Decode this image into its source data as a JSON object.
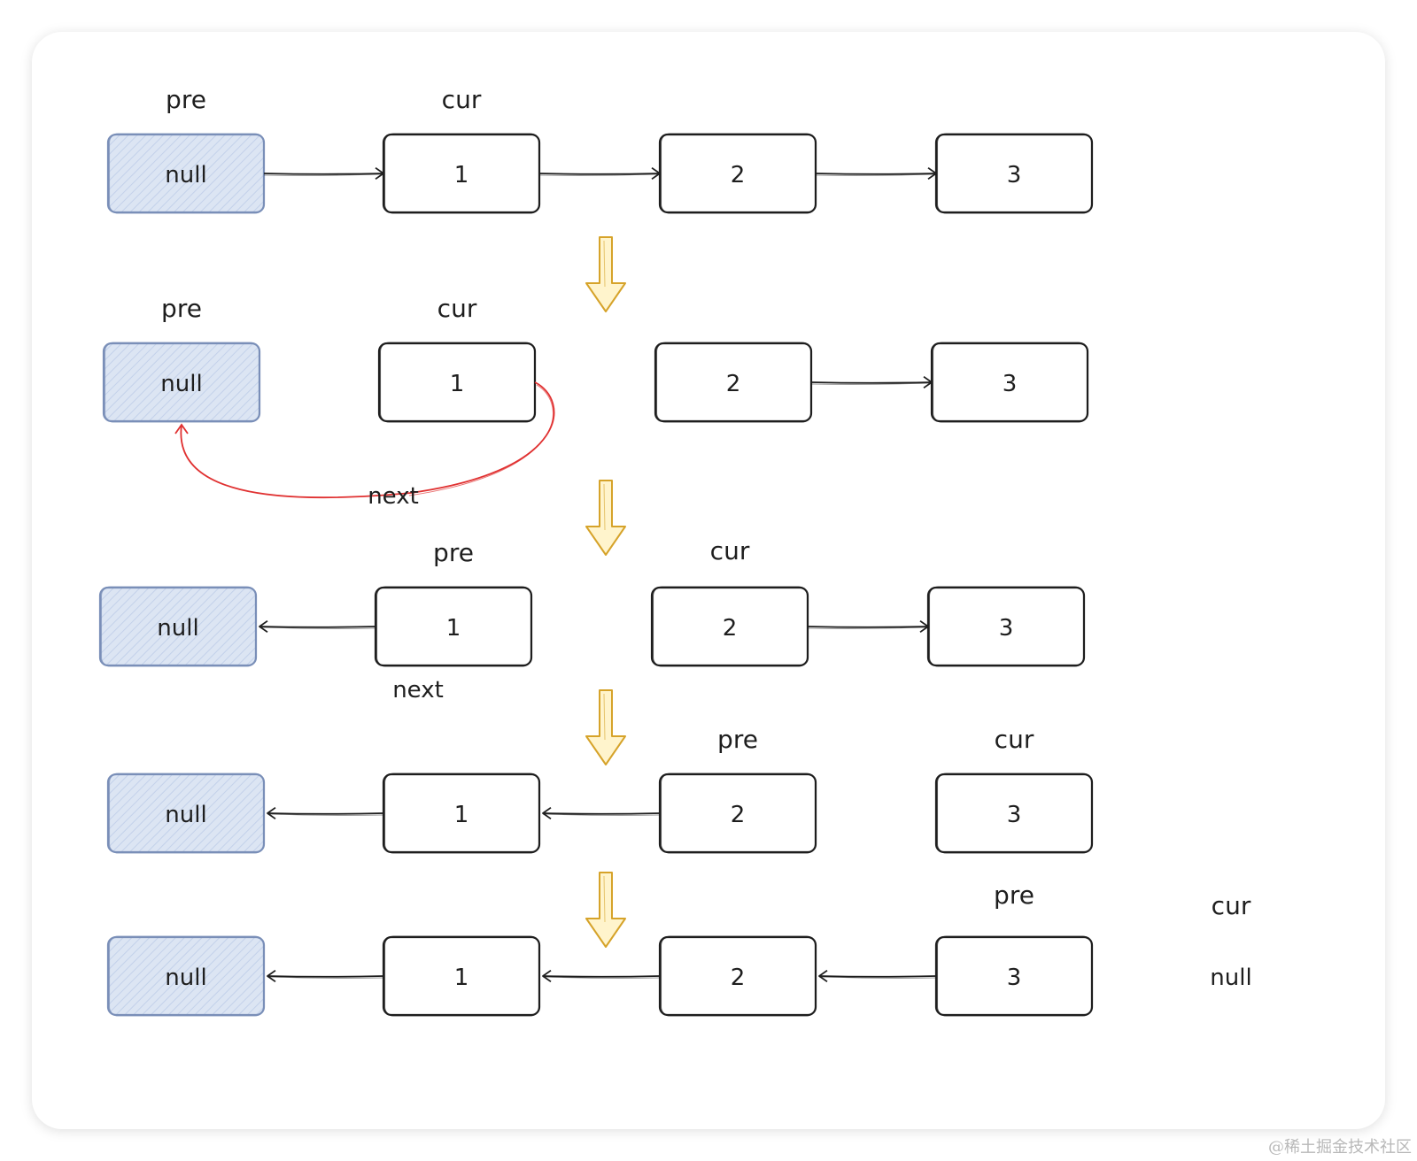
{
  "watermark": "@稀土掘金技术社区",
  "colors": {
    "ink": "#1e1e1e",
    "null_fill": "#dce5f3",
    "null_stroke": "#7a8fb8",
    "red_arrow": "#e03131",
    "step_arrow_stroke": "#d6a32a",
    "step_arrow_fill": "#fff4cc"
  },
  "rows": [
    {
      "nodes": [
        {
          "label": "null",
          "is_null": true
        },
        {
          "label": "1"
        },
        {
          "label": "2"
        },
        {
          "label": "3"
        }
      ],
      "pointers": [
        {
          "label": "pre",
          "at": 0
        },
        {
          "label": "cur",
          "at": 1
        }
      ],
      "links": [
        {
          "from": 0,
          "to": 1
        },
        {
          "from": 1,
          "to": 2
        },
        {
          "from": 2,
          "to": 3
        }
      ]
    },
    {
      "nodes": [
        {
          "label": "null",
          "is_null": true
        },
        {
          "label": "1"
        },
        {
          "label": "2"
        },
        {
          "label": "3"
        }
      ],
      "pointers": [
        {
          "label": "pre",
          "at": 0
        },
        {
          "label": "cur",
          "at": 1
        }
      ],
      "links": [
        {
          "from": 2,
          "to": 3
        }
      ],
      "curved_link": {
        "from": 1,
        "to": 0,
        "label": "next"
      }
    },
    {
      "nodes": [
        {
          "label": "null",
          "is_null": true
        },
        {
          "label": "1"
        },
        {
          "label": "2"
        },
        {
          "label": "3"
        }
      ],
      "pointers": [
        {
          "label": "pre",
          "at": 1
        },
        {
          "label": "cur",
          "at": 2
        }
      ],
      "links": [
        {
          "from": 1,
          "to": 0
        },
        {
          "from": 2,
          "to": 3
        }
      ],
      "next_label": {
        "label": "next",
        "under": 1
      }
    },
    {
      "nodes": [
        {
          "label": "null",
          "is_null": true
        },
        {
          "label": "1"
        },
        {
          "label": "2"
        },
        {
          "label": "3"
        }
      ],
      "pointers": [
        {
          "label": "pre",
          "at": 2
        },
        {
          "label": "cur",
          "at": 3
        }
      ],
      "links": [
        {
          "from": 1,
          "to": 0
        },
        {
          "from": 2,
          "to": 1
        }
      ]
    },
    {
      "nodes": [
        {
          "label": "null",
          "is_null": true
        },
        {
          "label": "1"
        },
        {
          "label": "2"
        },
        {
          "label": "3"
        }
      ],
      "pointers": [
        {
          "label": "pre",
          "at": 3
        },
        {
          "label": "cur",
          "at": 4
        }
      ],
      "links": [
        {
          "from": 1,
          "to": 0
        },
        {
          "from": 2,
          "to": 1
        },
        {
          "from": 3,
          "to": 2
        }
      ],
      "trailing_null": {
        "label": "null"
      }
    }
  ]
}
